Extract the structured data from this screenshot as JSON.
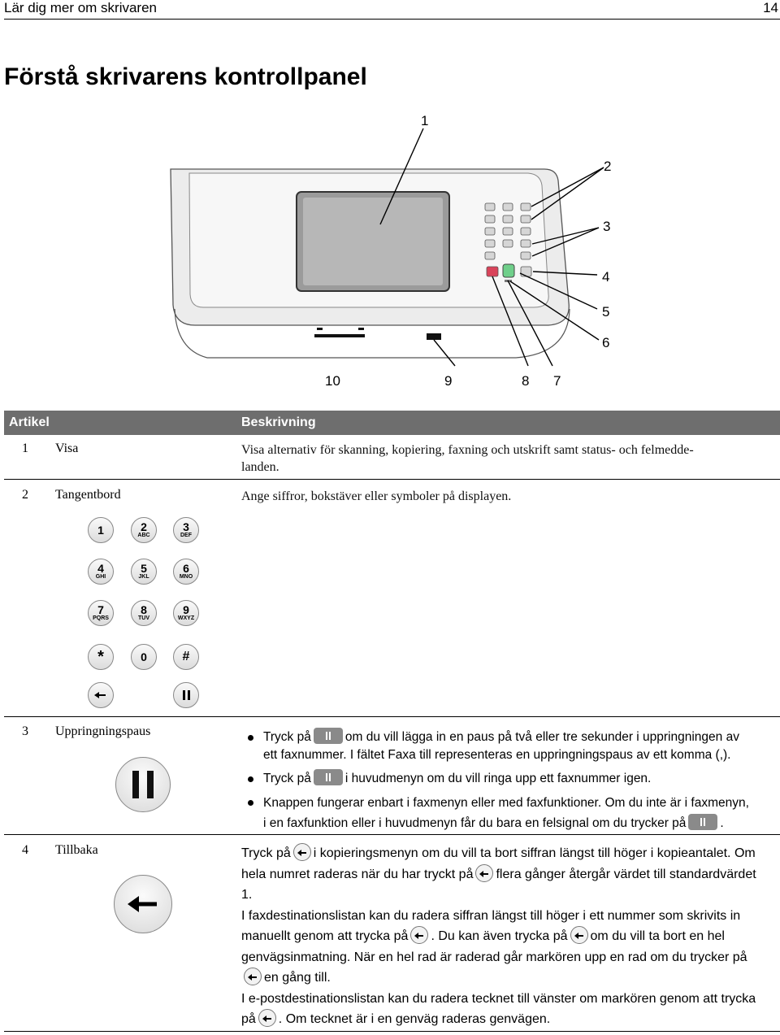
{
  "header": {
    "section": "Lär dig mer om skrivaren",
    "page_number": "14"
  },
  "title": "Förstå skrivarens kontrollpanel",
  "callouts": [
    "1",
    "2",
    "3",
    "4",
    "5",
    "6",
    "7",
    "8",
    "9",
    "10"
  ],
  "table": {
    "col_item": "Artikel",
    "col_desc": "Beskrivning",
    "rows": [
      {
        "num": "1",
        "name": "Visa",
        "desc_line1": "Visa alternativ för skanning, kopiering, faxning och utskrift samt status- och felmedde-",
        "desc_line2": "landen."
      },
      {
        "num": "2",
        "name": "Tangentbord",
        "desc": "Ange siffror, bokstäver eller symboler på displayen."
      },
      {
        "num": "3",
        "name": "Uppringningspaus",
        "b1_pre": "Tryck på",
        "b1_post": "om du vill lägga in en paus på två eller tre sekunder i uppringningen av",
        "b1_line2": "ett faxnummer. I fältet Faxa till representeras en uppringningspaus av ett komma (,).",
        "b2_pre": "Tryck på",
        "b2_post": "i huvudmenyn om du vill ringa upp ett faxnummer igen.",
        "b3_line1": "Knappen fungerar enbart i faxmenyn eller med faxfunktioner. Om du inte är i faxmenyn,",
        "b3_line2": "i en faxfunktion eller i huvudmenyn får du bara en felsignal om du trycker på",
        "b3_end": "."
      },
      {
        "num": "4",
        "name": "Tillbaka",
        "l1a": "Tryck på",
        "l1b": "i kopieringsmenyn om du vill ta bort siffran längst till höger i kopieantalet. Om",
        "l2a": "hela numret raderas när du har tryckt på",
        "l2b": "flera gånger återgår värdet till standardvärdet",
        "l3": "1.",
        "l4": "I faxdestinationslistan kan du radera siffran längst till höger i ett nummer som skrivits in",
        "l5a": "manuellt genom att trycka på",
        "l5b": ". Du kan även trycka på",
        "l5c": "om du vill ta bort en hel",
        "l6": "genvägsinmatning. När en hel rad är raderad går markören upp en rad om du trycker på",
        "l7": "en gång till.",
        "l8": "I e-postdestinationslistan kan du radera tecknet till vänster om markören genom att trycka",
        "l9a": "på",
        "l9b": ". Om tecknet är i en genväg raderas genvägen."
      }
    ]
  },
  "keypad": [
    {
      "digit": "1",
      "letters": ""
    },
    {
      "digit": "2",
      "letters": "ABC"
    },
    {
      "digit": "3",
      "letters": "DEF"
    },
    {
      "digit": "4",
      "letters": "GHI"
    },
    {
      "digit": "5",
      "letters": "JKL"
    },
    {
      "digit": "6",
      "letters": "MNO"
    },
    {
      "digit": "7",
      "letters": "PQRS"
    },
    {
      "digit": "8",
      "letters": "TUV"
    },
    {
      "digit": "9",
      "letters": "WXYZ"
    },
    {
      "digit": "*",
      "letters": ""
    },
    {
      "digit": "0",
      "letters": ""
    },
    {
      "digit": "#",
      "letters": ""
    }
  ]
}
